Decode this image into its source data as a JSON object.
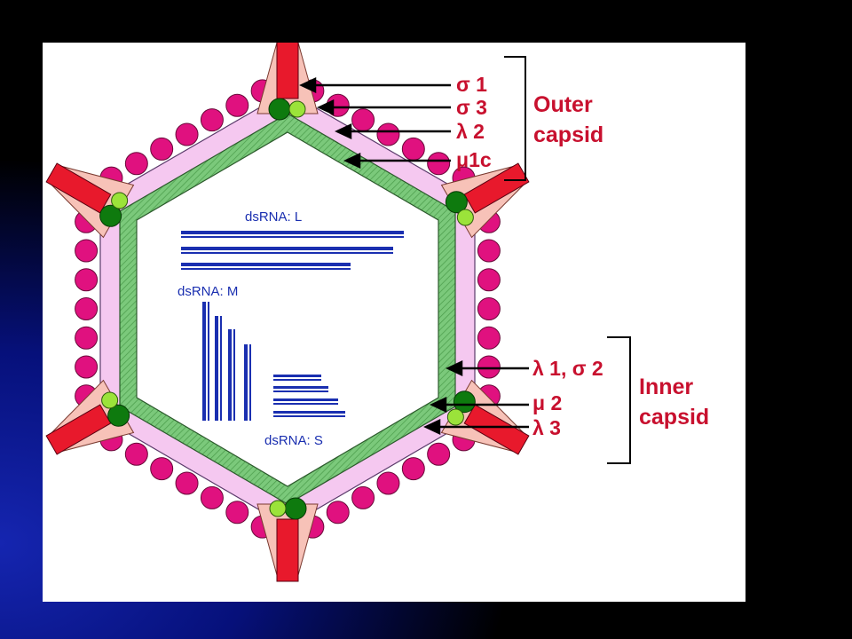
{
  "diagram": {
    "outer_group_label": "Outer\ncapsid",
    "inner_group_label": "Inner\ncapsid",
    "outer_proteins": [
      "σ 1",
      "σ 3",
      "λ 2",
      "μ1c"
    ],
    "inner_proteins": [
      "λ 1, σ 2",
      "μ 2",
      "λ 3"
    ],
    "rna_labels": {
      "large": "dsRNA: L",
      "medium": "dsRNA: M",
      "small": "dsRNA: S"
    },
    "segment_counts": {
      "large": 3,
      "medium": 4,
      "small": 4
    }
  },
  "colors": {
    "background": "#000000",
    "backdrop_glow": "#0a1a8a",
    "panel": "#ffffff",
    "outer_label": "#c8102e",
    "inner_label": "#1a2fb0",
    "spike": "#e8192c",
    "spike_base": "#f7c2b8",
    "outer_shell": "#f5c8f0",
    "inner_shell": "#6fbf6f",
    "knob": "#e0117f",
    "dark_green": "#0e7a0e",
    "light_green": "#9be33a"
  }
}
